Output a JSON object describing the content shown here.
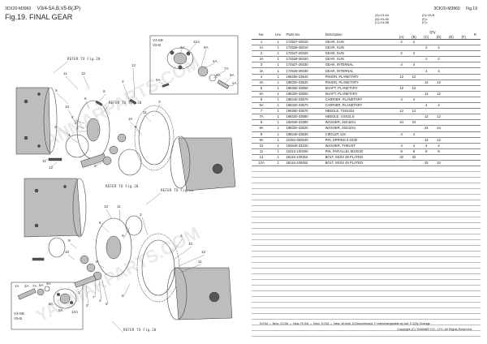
{
  "header": {
    "catalog_code": "3CK20-M3960",
    "model": "V3/4-5A,B,V5-B(JP)",
    "figure_title": "Fig.19.  FINAL GEAR",
    "right_code": "3CK20-M3960",
    "right_fig": "Fig.19"
  },
  "legend": {
    "a": "(A)=V3-5A",
    "b": "(B)=V3-5B",
    "c": "(C)=V4-5B",
    "d": "(D)=V5-B",
    "e": "(E)=",
    "f": "(F)="
  },
  "table": {
    "headers": {
      "no": "No.",
      "lev": "Lev.",
      "parts_no": "Parts No.",
      "description": "Description",
      "qty": "Q'ty",
      "r": "R",
      "cols": [
        "(A)",
        "(B)",
        "(C)",
        "(D)",
        "(E)",
        "(F)"
      ]
    },
    "rows": [
      {
        "no": "1",
        "lev": "1",
        "pn": "172527-28310",
        "desc": "GEAR, SUN",
        "q": [
          "2",
          "2",
          "",
          "",
          "",
          ""
        ]
      },
      {
        "no": "1A",
        "lev": "1",
        "pn": "172528-28310",
        "desc": "GEAR, SUN",
        "q": [
          "",
          "",
          "2",
          "2",
          "",
          ""
        ]
      },
      {
        "no": "2",
        "lev": "1",
        "pn": "172527-28320",
        "desc": "GEAR, SUN",
        "q": [
          "2",
          "2",
          "",
          "",
          "",
          ""
        ]
      },
      {
        "no": "2A",
        "lev": "1",
        "pn": "172528-28320",
        "desc": "GEAR, SUN",
        "q": [
          "",
          "",
          "2",
          "2",
          "",
          ""
        ]
      },
      {
        "no": "3",
        "lev": "1",
        "pn": "172527-28330",
        "desc": "GEAR, INTERNAL",
        "q": [
          "4",
          "4",
          "",
          "",
          "",
          ""
        ]
      },
      {
        "no": "3A",
        "lev": "1",
        "pn": "172528-28330",
        "desc": "GEAR, INTERNAL",
        "q": [
          "",
          "",
          "4",
          "4",
          "",
          ""
        ]
      },
      {
        "no": "4",
        "lev": "1",
        "pn": "198250-33540",
        "desc": "PINION, PLANETARY",
        "q": [
          "12",
          "12",
          "",
          "",
          "",
          ""
        ]
      },
      {
        "no": "4A",
        "lev": "1",
        "pn": "198320-33540",
        "desc": "PINION, PLANETARY",
        "q": [
          "",
          "",
          "12",
          "12",
          "",
          ""
        ]
      },
      {
        "no": "5",
        "lev": "1",
        "pn": "198250-33550",
        "desc": "SHAFT, PLANETARY",
        "q": [
          "12",
          "12",
          "",
          "",
          "",
          ""
        ]
      },
      {
        "no": "5A",
        "lev": "1",
        "pn": "198320-33550",
        "desc": "SHAFT, PLANETARY",
        "q": [
          "",
          "",
          "12",
          "12",
          "",
          ""
        ]
      },
      {
        "no": "6",
        "lev": "1",
        "pn": "198240-33570",
        "desc": "CARRIER, PLANETARY",
        "q": [
          "4",
          "4",
          "",
          "",
          "",
          ""
        ]
      },
      {
        "no": "6A",
        "lev": "1",
        "pn": "198320-33570",
        "desc": "CARRIER, PLANETARY",
        "q": [
          "",
          "",
          "4",
          "4",
          "",
          ""
        ]
      },
      {
        "no": "7",
        "lev": "1",
        "pn": "198250-33570",
        "desc": "NEEDLE, T25X324",
        "q": [
          "12",
          "12",
          "",
          "",
          "",
          ""
        ]
      },
      {
        "no": "7A",
        "lev": "1",
        "pn": "198320-33580",
        "desc": "NEEDLE, 4.5X31.8",
        "q": [
          "",
          "",
          "12",
          "12",
          "",
          ""
        ]
      },
      {
        "no": "8",
        "lev": "1",
        "pn": "194640-33390",
        "desc": "WASHER, 25X42X1",
        "q": [
          "24",
          "24",
          "",
          "",
          "",
          ""
        ]
      },
      {
        "no": "8A",
        "lev": "1",
        "pn": "198320-33620",
        "desc": "WASHER, 26X42X1",
        "q": [
          "",
          "",
          "24",
          "24",
          "",
          ""
        ]
      },
      {
        "no": "9",
        "lev": "1",
        "pn": "198240-33630",
        "desc": "CIRCLIP, 124",
        "q": [
          "4",
          "4",
          "",
          "",
          "",
          ""
        ]
      },
      {
        "no": "9A",
        "lev": "1",
        "pn": "22351-060040",
        "desc": "PIN, SPRING 6.0X40",
        "q": [
          "",
          "",
          "12",
          "12",
          "",
          ""
        ]
      },
      {
        "no": "10",
        "lev": "1",
        "pn": "194640-34150",
        "desc": "WASHER, THRUST",
        "q": [
          "4",
          "4",
          "4",
          "4",
          "",
          ""
        ]
      },
      {
        "no": "11",
        "lev": "1",
        "pn": "22312-100200",
        "desc": "PIN, PARALLEL M10X20",
        "q": [
          "8",
          "8",
          "8",
          "8",
          "",
          ""
        ]
      },
      {
        "no": "12",
        "lev": "1",
        "pn": "26116-100352",
        "desc": "BOLT, M10X 35 PLATED",
        "q": [
          "32",
          "32",
          "",
          "",
          "",
          ""
        ]
      },
      {
        "no": "12A",
        "lev": "1",
        "pn": "26116-100452",
        "desc": "BOLT, M10X 45 PLATED",
        "q": [
          "",
          "",
          "32",
          "32",
          "",
          ""
        ]
      }
    ]
  },
  "diagram": {
    "refer_labels": [
      "REFER TO Fig.20",
      "REFER TO Fig.20",
      "REFER TO Fig.20",
      "REFER TO Fig.20",
      "REFER TO Fig.20"
    ],
    "inset_top": "V4-5B\nV5-B",
    "inset_bottom": "V4-5B\nV5-B",
    "inset_top_lines": [
      "V4-5B",
      "V5-B"
    ],
    "inset_bottom_lines": [
      "V4-5B",
      "V5-B"
    ],
    "callouts_top": [
      "11",
      "12",
      "9",
      "10",
      "8",
      "2",
      "4",
      "5",
      "7",
      "1",
      "6",
      "3",
      "3",
      "12",
      "9A",
      "6A",
      "8A",
      "4A",
      "7A",
      "5A",
      "2A",
      "8",
      "12A",
      "12A",
      "10",
      "8",
      "11",
      "9"
    ],
    "callouts_bottom": [
      "12",
      "11",
      "3",
      "9",
      "10",
      "6",
      "1",
      "7",
      "4",
      "5",
      "2",
      "8",
      "3",
      "12A",
      "6A",
      "8A",
      "4A",
      "5A",
      "7A",
      "2A",
      "1A",
      "12",
      "11",
      "8",
      "10",
      "12A",
      "9"
    ],
    "watermark": "YANMARPARTS.COM"
  },
  "footer": {
    "legend_text": "N:Old → New, O:Old → New, R:Old → New, S:Old → New, W:Add, Z:Discontinued, F:Interchangeable by set, K:Q'ty Change",
    "copyright": "Copyright (C)  YANMAR CO., LTD. All Rights Reserved."
  }
}
